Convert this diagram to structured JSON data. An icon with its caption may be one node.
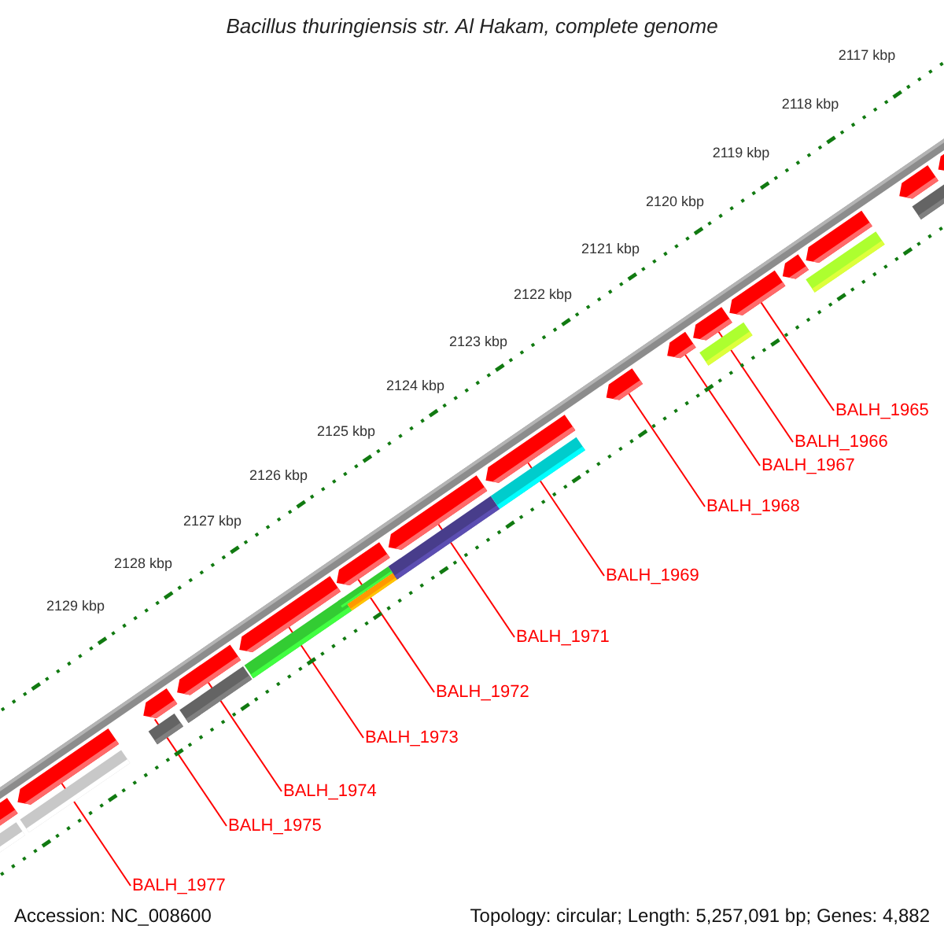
{
  "diagram": {
    "title": "Bacillus thuringiensis str. Al Hakam, complete genome",
    "nodes": [
      {
        "text": [
          "BALH_1965"
        ]
      },
      {
        "text": [
          "BALH_1966"
        ]
      },
      {
        "text": [
          "BALH_1967"
        ]
      },
      {
        "text": [
          "BALH_1968"
        ]
      },
      {
        "text": [
          "BALH_1969"
        ]
      },
      {
        "text": [
          "BALH_1971"
        ]
      },
      {
        "text": [
          "BALH_1972"
        ]
      },
      {
        "text": [
          "BALH_1973"
        ]
      },
      {
        "text": [
          "BALH_1974"
        ]
      },
      {
        "text": [
          "BALH_1975"
        ]
      },
      {
        "text": [
          "BALH_1977"
        ]
      },
      {
        "text": [],
        "shape": "bar"
      },
      {
        "text": [],
        "shape": "bar"
      },
      {
        "text": [],
        "shape": "bar"
      },
      {
        "text": [],
        "shape": "bar"
      },
      {
        "text": [],
        "shape": "bar"
      },
      {
        "text": [],
        "shape": "bar"
      },
      {
        "text": [],
        "shape": "bar"
      },
      {
        "text": [],
        "shape": "bar"
      },
      {
        "text": [],
        "shape": "bar"
      },
      {
        "text": [],
        "shape": "bar"
      },
      {
        "text": [],
        "shape": "bar"
      },
      {
        "text": [],
        "shape": "bar"
      },
      {
        "text": [],
        "shape": "bar"
      },
      {
        "text": [],
        "shape": "bar"
      },
      {
        "text": [],
        "shape": "bar"
      },
      {
        "text": [],
        "shape": "bar"
      }
    ],
    "edges": [
      {
        "from": 0,
        "to": 22,
        "arrow": "none"
      },
      {
        "from": 1,
        "to": 21,
        "arrow": "none"
      },
      {
        "from": 2,
        "to": 20,
        "arrow": "none"
      },
      {
        "from": 3,
        "to": 19,
        "arrow": "none"
      },
      {
        "from": 4,
        "to": 18,
        "arrow": "none"
      },
      {
        "from": 5,
        "to": 17,
        "arrow": "none"
      },
      {
        "from": 6,
        "to": 16,
        "arrow": "none"
      },
      {
        "from": 7,
        "to": 15,
        "arrow": "none"
      },
      {
        "from": 8,
        "to": 14,
        "arrow": "none"
      },
      {
        "from": 9,
        "to": 13,
        "arrow": "none"
      },
      {
        "from": 10,
        "to": 12,
        "arrow": "none"
      }
    ],
    "labels": [
      "2117 kbp",
      "2118 kbp",
      "2119 kbp",
      "2120 kbp",
      "2121 kbp",
      "2122 kbp",
      "2123 kbp",
      "2124 kbp",
      "2125 kbp",
      "2126 kbp",
      "2127 kbp",
      "2128 kbp",
      "2129 kbp",
      "Accession: NC_008600",
      "Topology: circular; Length: 5,257,091 bp; Genes: 4,882"
    ]
  }
}
